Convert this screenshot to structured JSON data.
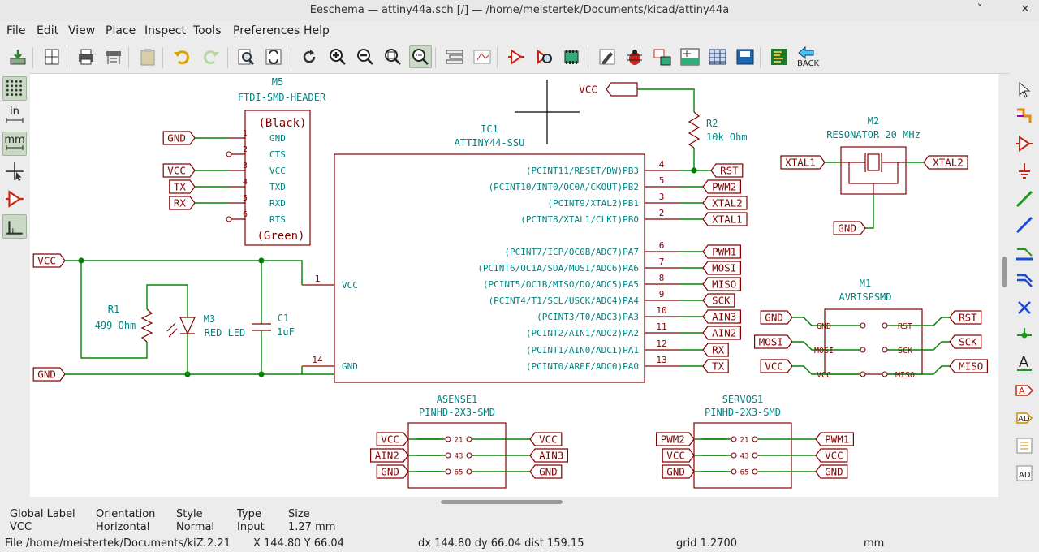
{
  "window": {
    "title": "Eeschema — attiny44a.sch [/] — /home/meistertek/Documents/kicad/attiny44a",
    "minimize_glyph": "˅",
    "close_glyph": "✕"
  },
  "menu": [
    "File",
    "Edit",
    "View",
    "Place",
    "Inspect",
    "Tools",
    "Preferences",
    "Help"
  ],
  "toolbar": {
    "back_label": "BACK",
    "icons": [
      "save-icon",
      "page-settings-icon",
      "print-icon",
      "plot-icon",
      "paste-icon",
      "undo-icon",
      "redo-icon",
      "find-icon",
      "find-replace-icon",
      "redraw-icon",
      "zoom-in-icon",
      "zoom-out-icon",
      "zoom-fit-icon",
      "zoom-selection-icon",
      "hierarchy-navigator-icon",
      "leave-sheet-icon",
      "symbol-editor-icon",
      "symbol-browser-icon",
      "footprint-editor-icon",
      "annotate-icon",
      "erc-icon",
      "assign-footprints-icon",
      "netlist-icon",
      "bus-fields-icon",
      "bom-icon",
      "pcbnew-icon",
      "back-icon"
    ]
  },
  "left_toolbar": {
    "units_in": "in",
    "units_mm": "mm"
  },
  "right_toolbar": {
    "icons": [
      "select-icon",
      "highlight-net-icon",
      "place-symbol-icon",
      "place-power-icon",
      "add-wire-icon",
      "add-bus-icon",
      "wire-to-bus-entry-icon",
      "bus-to-bus-entry-icon",
      "no-connect-icon",
      "junction-icon",
      "net-label-icon",
      "global-label-icon",
      "hierarchical-label-icon",
      "hierarchical-sheet-icon",
      "import-sheet-pin-icon"
    ]
  },
  "schematic": {
    "cursor_cross": true,
    "components": {
      "m5": {
        "ref": "M5",
        "value": "FTDI-SMD-HEADER",
        "top_note": "(Black)",
        "bottom_note": "(Green)",
        "pins": [
          {
            "num": "1",
            "name": "GND",
            "label": "GND"
          },
          {
            "num": "2",
            "name": "CTS",
            "label": ""
          },
          {
            "num": "3",
            "name": "VCC",
            "label": "VCC"
          },
          {
            "num": "4",
            "name": "TXD",
            "label": "TX"
          },
          {
            "num": "5",
            "name": "RXD",
            "label": "RX"
          },
          {
            "num": "6",
            "name": "RTS",
            "label": ""
          }
        ]
      },
      "ic1": {
        "ref": "IC1",
        "value": "ATTINY44-SSU",
        "left_pins": [
          {
            "num": "1",
            "name": "VCC"
          },
          {
            "num": "14",
            "name": "GND"
          }
        ],
        "right_pins": [
          {
            "num": "4",
            "name": "(PCINT11/RESET/DW)PB3",
            "label": "RST"
          },
          {
            "num": "5",
            "name": "(PCINT10/INT0/OC0A/CKOUT)PB2",
            "label": "PWM2"
          },
          {
            "num": "3",
            "name": "(PCINT9/XTAL2)PB1",
            "label": "XTAL2"
          },
          {
            "num": "2",
            "name": "(PCINT8/XTAL1/CLKI)PB0",
            "label": "XTAL1"
          },
          {
            "num": "6",
            "name": "(PCINT7/ICP/OC0B/ADC7)PA7",
            "label": "PWM1"
          },
          {
            "num": "7",
            "name": "(PCINT6/OC1A/SDA/MOSI/ADC6)PA6",
            "label": "MOSI"
          },
          {
            "num": "8",
            "name": "(PCINT5/OC1B/MISO/DO/ADC5)PA5",
            "label": "MISO"
          },
          {
            "num": "9",
            "name": "(PCINT4/T1/SCL/USCK/ADC4)PA4",
            "label": "SCK"
          },
          {
            "num": "10",
            "name": "(PCINT3/T0/ADC3)PA3",
            "label": "AIN3"
          },
          {
            "num": "11",
            "name": "(PCINT2/AIN1/ADC2)PA2",
            "label": "AIN2"
          },
          {
            "num": "12",
            "name": "(PCINT1/AIN0/ADC1)PA1",
            "label": "RX"
          },
          {
            "num": "13",
            "name": "(PCINT0/AREF/ADC0)PA0",
            "label": "TX"
          }
        ]
      },
      "r2": {
        "ref": "R2",
        "value": "10k Ohm",
        "label_top": "VCC",
        "label_out": "RST"
      },
      "m2": {
        "ref": "M2",
        "value": "RESONATOR 20 MHz",
        "left_label": "XTAL1",
        "right_label": "XTAL2",
        "gnd_label": "GND"
      },
      "r1": {
        "ref": "R1",
        "value": "499 Ohm"
      },
      "m3": {
        "ref": "M3",
        "value": "RED LED"
      },
      "c1": {
        "ref": "C1",
        "value": "1uF"
      },
      "vcc_rail_label": "VCC",
      "gnd_rail_label": "GND",
      "m1": {
        "ref": "M1",
        "value": "AVRISPSMD",
        "left_labels": [
          "GND",
          "MOSI",
          "VCC"
        ],
        "left_names": [
          "GND",
          "MOSI",
          "VCC"
        ],
        "right_labels": [
          "RST",
          "SCK",
          "MISO"
        ],
        "right_names": [
          "RST",
          "SCK",
          "MISO"
        ]
      },
      "asense1": {
        "ref": "ASENSE1",
        "value": "PINHD-2X3-SMD",
        "left_labels": [
          "VCC",
          "AIN2",
          "GND"
        ],
        "right_labels": [
          "VCC",
          "AIN3",
          "GND"
        ],
        "pin_pairs": [
          [
            "2",
            "1"
          ],
          [
            "4",
            "3"
          ],
          [
            "6",
            "5"
          ]
        ]
      },
      "servos1": {
        "ref": "SERVOS1",
        "value": "PINHD-2X3-SMD",
        "left_labels": [
          "PWM2",
          "VCC",
          "GND"
        ],
        "right_labels": [
          "PWM1",
          "VCC",
          "GND"
        ],
        "pin_pairs": [
          [
            "2",
            "1"
          ],
          [
            "4",
            "3"
          ],
          [
            "6",
            "5"
          ]
        ]
      }
    }
  },
  "message_panel": [
    {
      "title": "Global Label",
      "value": "VCC"
    },
    {
      "title": "Orientation",
      "value": "Horizontal"
    },
    {
      "title": "Style",
      "value": "Normal"
    },
    {
      "title": "Type",
      "value": "Input"
    },
    {
      "title": "Size",
      "value": "1.27 mm"
    }
  ],
  "status": {
    "file": "File /home/meistertek/Documents/ki...",
    "zoom": "Z 2.21",
    "xy": "X 144.80  Y 66.04",
    "delta": "dx 144.80  dy 66.04  dist 159.15",
    "grid": "grid 1.2700",
    "units": "mm"
  },
  "colors": {
    "wire": "#008400",
    "symbol": "#840000",
    "pin_text": "#008484",
    "label": "#840000",
    "canvas_bg": "#ffffff"
  }
}
